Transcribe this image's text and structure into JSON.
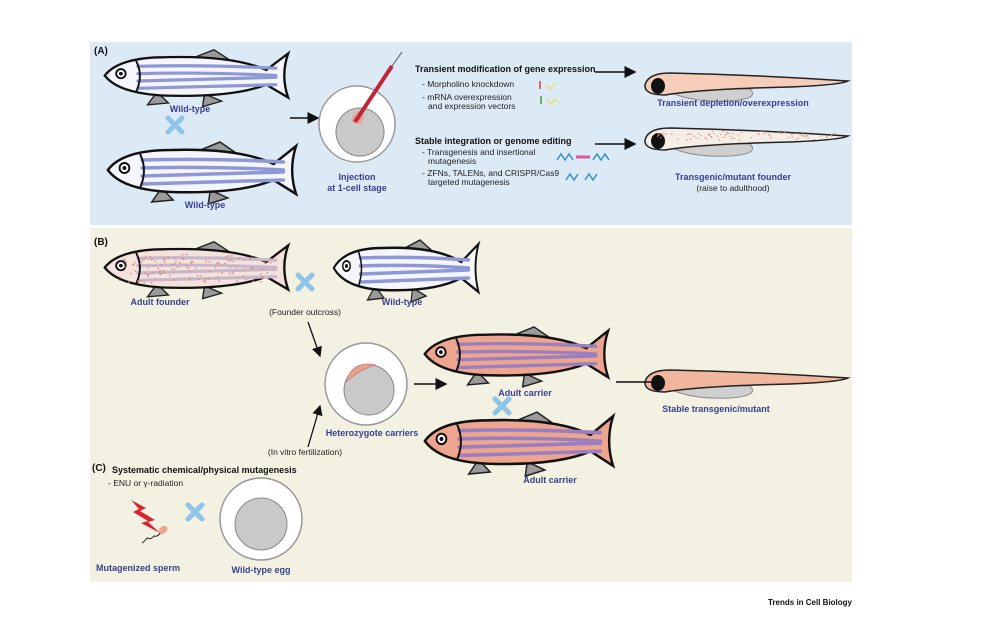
{
  "panels": {
    "a": {
      "label": "(A)",
      "wild_type_1": "Wild-type",
      "wild_type_2": "Wild-type",
      "injection_1": "Injection",
      "injection_2": "at 1-cell stage",
      "transient_title": "Transient modification of gene expression",
      "transient_items": [
        "- Morpholino knockdown",
        "- mRNA overexpression",
        "and expression vectors"
      ],
      "stable_title": "Stable integration or genome editing",
      "stable_items": [
        "- Transgenesis and insertional",
        "mutagenesis",
        "- ZFNs, TALENs, and CRISPR/Cas9",
        "targeted mutagenesis"
      ],
      "transient_result": "Transient depletion/overexpression",
      "stable_result_1": "Transgenic/mutant founder",
      "stable_result_2": "(raise to adulthood)"
    },
    "b": {
      "label": "(B)",
      "adult_founder": "Adult founder",
      "wild_type": "Wild-type",
      "founder_outcross": "(Founder outcross)",
      "heterozygote": "Heterozygote carriers",
      "in_vitro": "(In vitro fertilization)",
      "adult_carrier_1": "Adult carrier",
      "adult_carrier_2": "Adult carrier",
      "stable_result": "Stable transgenic/mutant"
    },
    "c": {
      "label": "(C)",
      "title": "Systematic chemical/physical mutagenesis",
      "item": "- ENU or γ-radiation",
      "sperm": "Mutagenized sperm",
      "egg": "Wild-type egg"
    }
  },
  "credit": "Trends in Cell Biology",
  "colors": {
    "panel_a_bg": "#dceaf6",
    "panel_b_bg": "#f3f1e1",
    "label_blue": "#3a3f8f",
    "cross_blue": "#8ec5e8",
    "stripe_blue": "#8f98d6",
    "carrier_body": "#eda58f",
    "carrier_stripe": "#9a7fc0",
    "yolk_gray": "#c9c9c9",
    "lightning_red": "#d9232e"
  }
}
